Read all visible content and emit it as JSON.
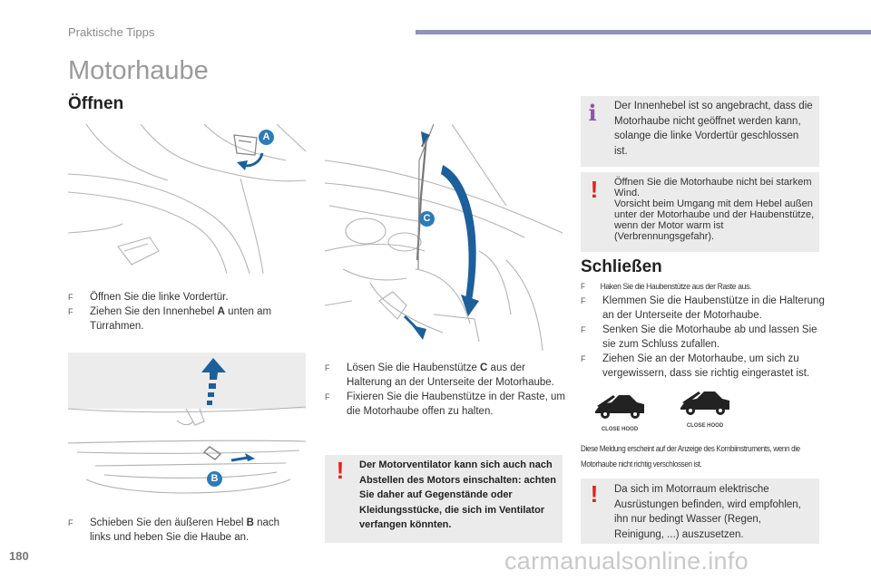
{
  "header": {
    "section": "Praktische Tipps"
  },
  "page": {
    "title": "Motorhaube",
    "number": "180"
  },
  "open_section": {
    "heading": "Öffnen",
    "steps_1": [
      "Öffnen Sie die linke Vordertür.",
      "Ziehen Sie den Innenhebel ",
      "A",
      " unten am Türrahmen."
    ],
    "steps_2": [
      "Schieben Sie den äußeren Hebel ",
      "B",
      " nach links und heben Sie die Haube an."
    ],
    "steps_3": [
      "Lösen Sie die Haubenstütze ",
      "C",
      " aus der Halterung an der Unterseite der Motorhaube.",
      "Fixieren Sie die Haubenstütze in der Raste, um die Motorhaube offen zu halten."
    ],
    "fan_warning": "Der Motorventilator kann sich auch nach Abstellen des Motors einschalten: achten Sie daher auf Gegenstände oder Kleidungsstücke, die sich im Ventilator verfangen könnten.",
    "labels": {
      "a": "A",
      "b": "B",
      "c": "C"
    }
  },
  "info_box": {
    "marker": "i",
    "text": "Der Innenhebel ist so angebracht, dass die Motorhaube nicht geöffnet werden kann, solange die linke Vordertür geschlossen ist."
  },
  "wind_warning": {
    "marker": "!",
    "lines": [
      "Öffnen Sie die Motorhaube nicht bei starkem Wind.",
      "Vorsicht beim Umgang mit dem Hebel außen unter der Motorhaube und der Haubenstütze, wenn der Motor warm ist (Verbrennungsgefahr)."
    ]
  },
  "close_section": {
    "heading": "Schließen",
    "steps": [
      "Haken Sie die Haubenstütze aus der Raste aus.",
      "Klemmen Sie die Haubenstütze in die Halterung an der Unterseite der Motorhaube.",
      "Senken Sie die Motorhaube ab und lassen Sie sie zum Schluss zufallen.",
      "Ziehen Sie an der Motorhaube, um sich zu vergewissern, dass sie richtig eingerastet ist."
    ],
    "icon_labels": [
      "CLOSE HOOD",
      "CLOSE HOOD"
    ],
    "display_note": "Diese Meldung erscheint auf der Anzeige des Kombiinstruments, wenn die Motorhaube nicht richtig verschlossen ist."
  },
  "engine_warning": {
    "marker": "!",
    "text": "Da sich im Motorraum elektrische Ausrüstungen befinden, wird empfohlen, ihn nur bedingt Wasser (Regen, Reinigung, ...) auszusetzen."
  },
  "bullet": "F",
  "watermark": "carmanualsonline.info",
  "colors": {
    "accent_bar": "#8f93b8",
    "info": "#8d56a8",
    "warning": "#e2211b",
    "arrow": "#1d5f9a",
    "box": "#ebebeb"
  }
}
